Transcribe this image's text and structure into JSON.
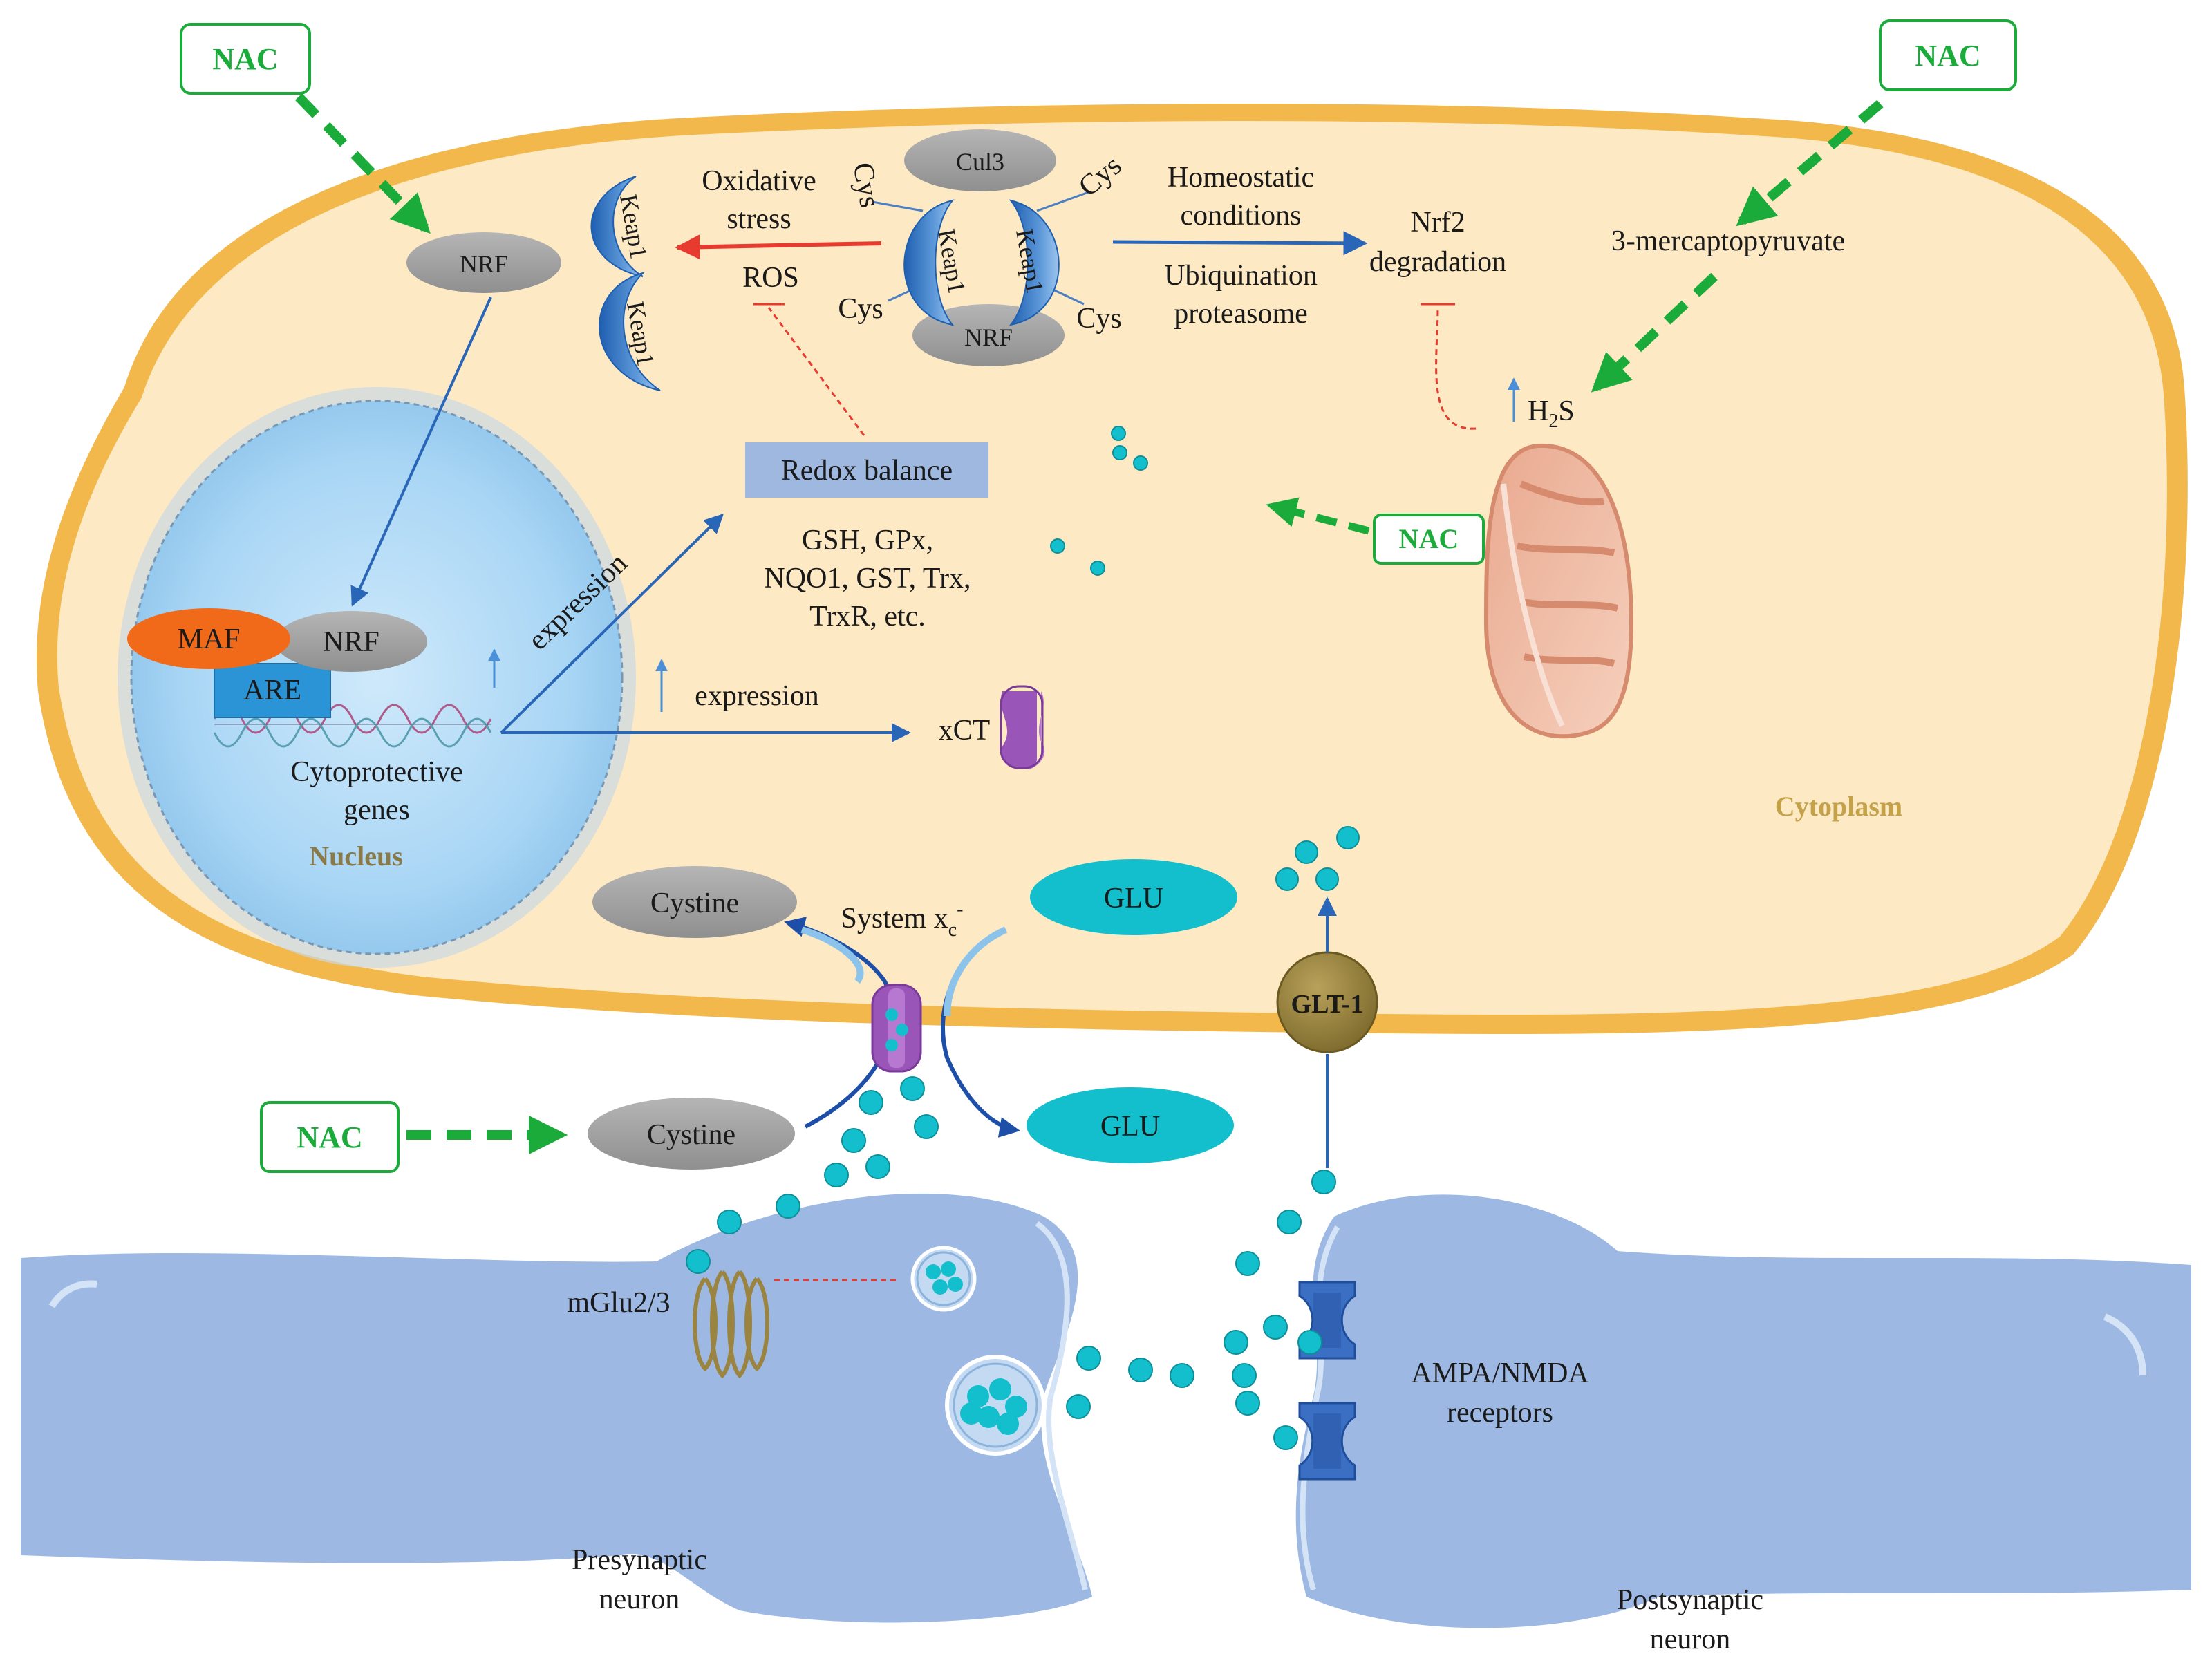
{
  "nac_label": "NAC",
  "cell": {
    "cytoplasm": "Cytoplasm",
    "nucleus": "Nucleus"
  },
  "nrf_complex": {
    "cul3": "Cul3",
    "keap1": "Keap1",
    "nrf": "NRF",
    "cys": "Cys",
    "oxidative_stress": "Oxidative stress",
    "ros": "ROS",
    "homeostatic_line1": "Homeostatic",
    "homeostatic_line2": "conditions",
    "ubiquination_line1": "Ubiquination",
    "ubiquination_line2": "proteasome",
    "nrf2_degradation_line1": "Nrf2",
    "nrf2_degradation_line2": "degradation"
  },
  "nucleus_content": {
    "nrf_top": "NRF",
    "maf": "MAF",
    "nrf_bound": "NRF",
    "are": "ARE",
    "genes_line1": "Cytoprotective",
    "genes_line2": "genes",
    "expression_diag": "expression",
    "expression_horiz": "expression"
  },
  "redox": {
    "box": "Redox balance",
    "enzymes_line1": "GSH, GPx,",
    "enzymes_line2": "NQO1, GST, Trx,",
    "enzymes_line3": "TrxR,  etc."
  },
  "xct": "xCT",
  "mercapto": {
    "precursor": "3-mercaptopyruvate",
    "h2s_main": "H",
    "h2s_sub": "2",
    "h2s_tail": "S"
  },
  "transport": {
    "cystine_in": "Cystine",
    "cystine_out": "Cystine",
    "glu_in": "GLU",
    "glu_out": "GLU",
    "system_main": "System x",
    "system_sub": "c",
    "system_sup": "-",
    "glt1": "GLT-1"
  },
  "neurons": {
    "mglu": "mGlu2/3",
    "ampa_line1": "AMPA/NMDA",
    "ampa_line2": "receptors",
    "pre_line1": "Presynaptic",
    "pre_line2": "neuron",
    "post_line1": "Postsynaptic",
    "post_line2": "neuron"
  },
  "colors": {
    "nac_green": "#1aab3a",
    "cell_fill": "#fde9c4",
    "cell_border": "#f2b84b",
    "neuron_fill": "#9db9e3",
    "glu_cyan": "#13bfcc",
    "arrow_blue": "#2a66b8",
    "inhibit_red": "#e63b2e",
    "maf_orange": "#f06a1a",
    "are_blue": "#2a94d6",
    "glt1_olive": "#9a8440",
    "xct_purple": "#9a55b8"
  }
}
